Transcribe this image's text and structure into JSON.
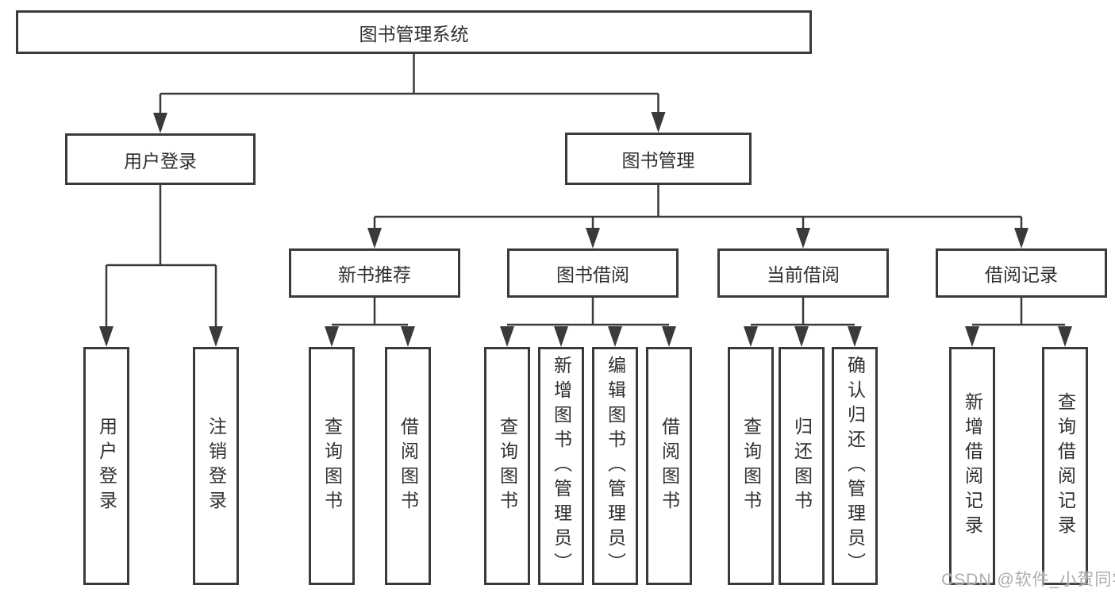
{
  "diagram": {
    "type": "hierarchy-tree",
    "tree": {
      "label": "图书管理系统",
      "children": [
        {
          "label": "用户登录",
          "children": [
            {
              "label": "用户登录"
            },
            {
              "label": "注销登录"
            }
          ]
        },
        {
          "label": "图书管理",
          "children": [
            {
              "label": "新书推荐",
              "children": [
                {
                  "label": "查询图书"
                },
                {
                  "label": "借阅图书"
                }
              ]
            },
            {
              "label": "图书借阅",
              "children": [
                {
                  "label": "查询图书"
                },
                {
                  "label": "新增图书（管理员）"
                },
                {
                  "label": "编辑图书（管理员）"
                },
                {
                  "label": "借阅图书"
                }
              ]
            },
            {
              "label": "当前借阅",
              "children": [
                {
                  "label": "查询图书"
                },
                {
                  "label": "归还图书"
                },
                {
                  "label": "确认归还（管理员）"
                }
              ]
            },
            {
              "label": "借阅记录",
              "children": [
                {
                  "label": "新增借阅记录"
                },
                {
                  "label": "查询借阅记录"
                }
              ]
            }
          ]
        }
      ]
    },
    "colors": {
      "line": "#3a3a3a",
      "text": "#2f2f2f",
      "background": "#ffffff",
      "watermark": "#adadad"
    }
  },
  "watermark": {
    "text": "CSDN @软件_小贺同学"
  }
}
